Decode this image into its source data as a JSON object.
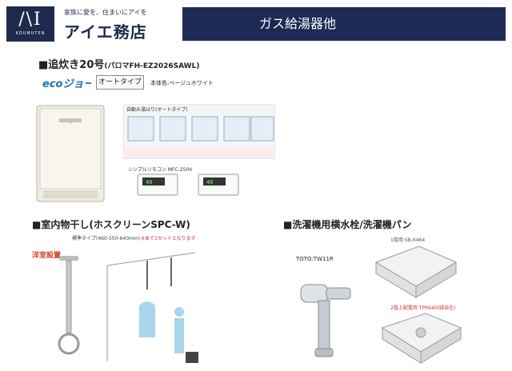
{
  "header": {
    "logo_mark": "/\\I",
    "logo_sub": "KOUMUTEN",
    "tagline": "家族に愛を、住まいにアイを",
    "company": "アイエ務店",
    "band_title": "ガス給湯器他"
  },
  "section1": {
    "title": "■追炊き20号",
    "title_model": "(パロマFH-EZ2026SAWL)",
    "eco_logo": "ecoジョーズ",
    "auto_badge": "オートタイプ",
    "body_color": "本体色:ベージュホワイト",
    "remote_label": "シンプルリモコン MFC-250V",
    "flow_label": "自動お湯はり(オートタイプ)",
    "display_value": "40"
  },
  "section2": {
    "title": "■室内物干し(ホスクリーンSPC-W)",
    "sub": "標準タイプ(460-550-640mm)",
    "note": "※本で1セットとなります",
    "youshitsu": "洋室設置"
  },
  "section3": {
    "title": "■洗濯機用横水栓/洗濯機パン",
    "toto": "TOTO:TW11R",
    "pan1": "1階用:SB-6464",
    "pan2": "2階上配置用:TPR640(脚自在)"
  },
  "colors": {
    "navy": "#1c2a54",
    "accent_red": "#d04020"
  }
}
